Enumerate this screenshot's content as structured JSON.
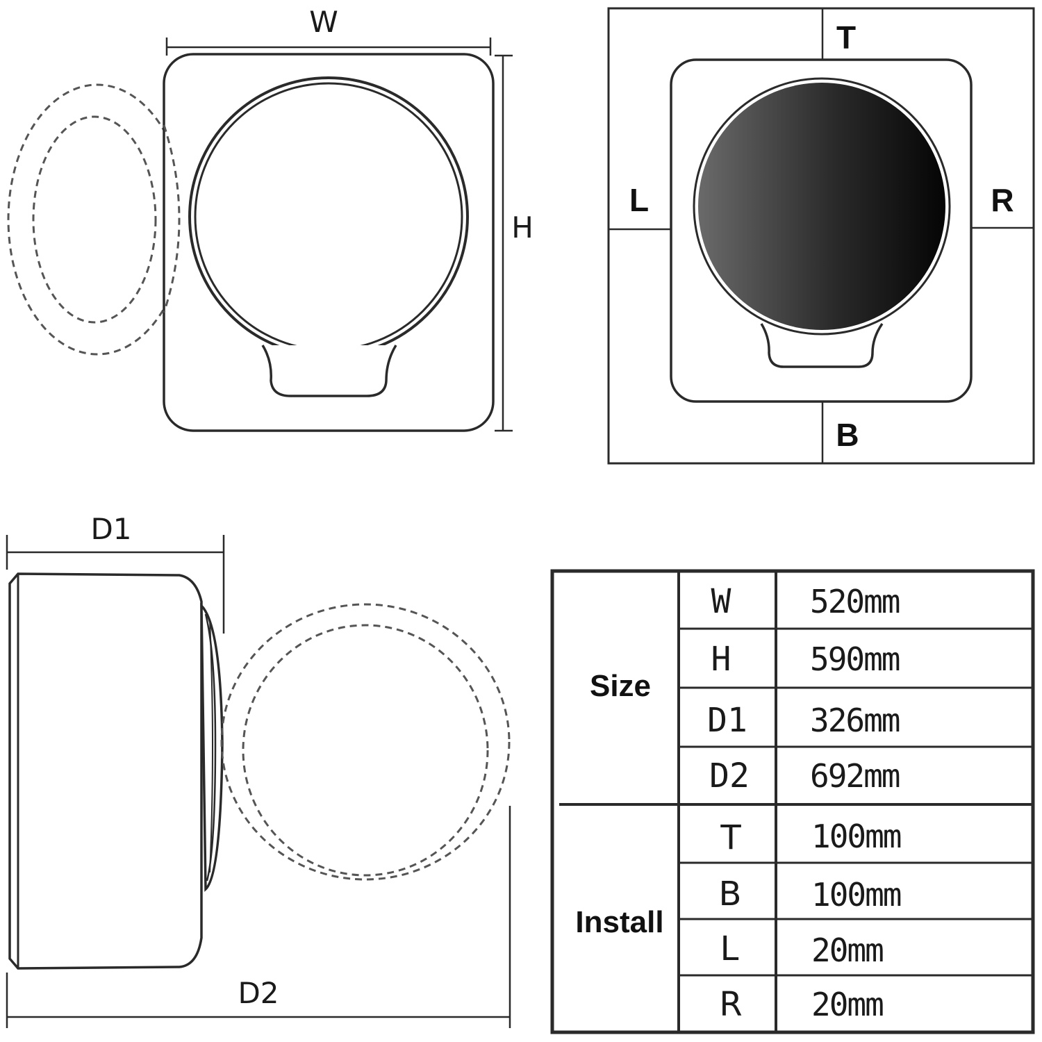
{
  "front_view": {
    "width_label": "W",
    "height_label": "H"
  },
  "install_view": {
    "top_label": "T",
    "bottom_label": "B",
    "left_label": "L",
    "right_label": "R"
  },
  "side_view": {
    "depth1_label": "D1",
    "depth2_label": "D2"
  },
  "spec_table": {
    "groups": [
      {
        "label": "Size",
        "rows": [
          {
            "key": "W",
            "value": "520mm"
          },
          {
            "key": "H",
            "value": "590mm"
          },
          {
            "key": "D1",
            "value": "326mm"
          },
          {
            "key": "D2",
            "value": "692mm"
          }
        ]
      },
      {
        "label": "Install",
        "rows": [
          {
            "key": "T",
            "value": "100mm"
          },
          {
            "key": "B",
            "value": "100mm"
          },
          {
            "key": "L",
            "value": "20mm"
          },
          {
            "key": "R",
            "value": "20mm"
          }
        ]
      }
    ]
  },
  "colors": {
    "line": "#2a2a2a",
    "dashed": "#555555",
    "door_dark": "#0a0a0a",
    "door_light": "#6a6a6a"
  }
}
